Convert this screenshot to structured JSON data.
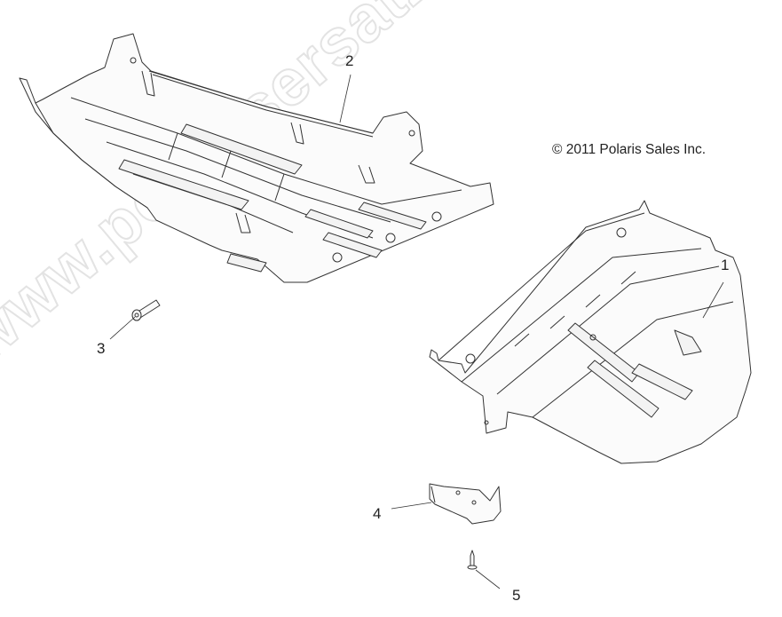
{
  "diagram": {
    "type": "exploded parts diagram",
    "subject": "skid plates / underbody guards",
    "copyright": "© 2011 Polaris Sales Inc.",
    "watermark": "www.polarisersatzteile.de",
    "callouts": [
      {
        "id": "1",
        "label": "1",
        "part": "front skid plate"
      },
      {
        "id": "2",
        "label": "2",
        "part": "main skid plate"
      },
      {
        "id": "3",
        "label": "3",
        "part": "bolt"
      },
      {
        "id": "4",
        "label": "4",
        "part": "bracket"
      },
      {
        "id": "5",
        "label": "5",
        "part": "push rivet / fastener"
      }
    ],
    "colors": {
      "background": "#ffffff",
      "linework": "#333333",
      "watermark": "#e2e2e2"
    }
  }
}
